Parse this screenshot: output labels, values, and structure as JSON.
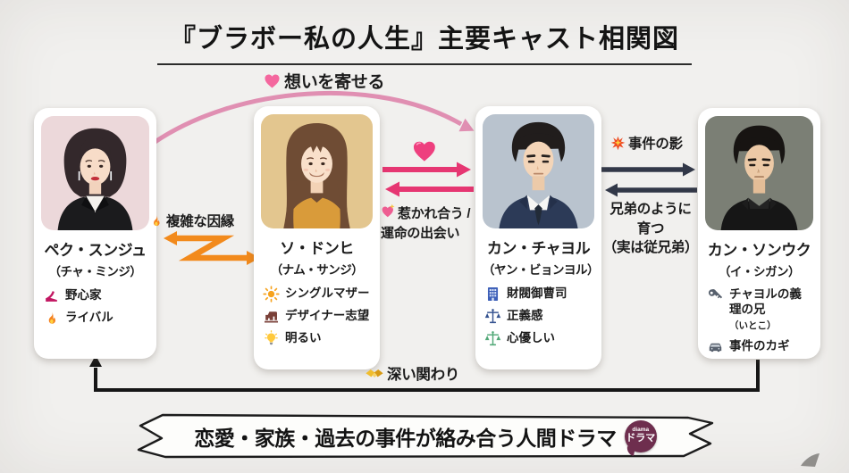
{
  "title": "『ブラボー私の人生』主要キャスト相関図",
  "cards": [
    {
      "name": "ペク・スンジュ",
      "alias": "（チャ・ミンジ）",
      "traits": [
        {
          "icon": "high-heel-icon",
          "label": "野心家"
        },
        {
          "icon": "fire-icon",
          "label": "ライバル"
        }
      ]
    },
    {
      "name": "ソ・ドンヒ",
      "alias": "（ナム・サンジ）",
      "traits": [
        {
          "icon": "sun-icon",
          "label": "シングルマザー"
        },
        {
          "icon": "sewing-machine-icon",
          "label": "デザイナー志望"
        },
        {
          "icon": "light-bulb-icon",
          "label": "明るい"
        }
      ]
    },
    {
      "name": "カン・チャヨル",
      "alias": "（ヤン・ビョンヨル）",
      "traits": [
        {
          "icon": "office-building-icon",
          "label": "財閥御曹司"
        },
        {
          "icon": "scales-blue-icon",
          "label": "正義感"
        },
        {
          "icon": "scales-green-icon",
          "label": "心優しい"
        }
      ]
    },
    {
      "name": "カン・ソンウク",
      "alias": "（イ・シガン）",
      "traits": [
        {
          "icon": "key-icon",
          "label": "チャヨルの義理の兄",
          "suffix": "（いとこ）"
        },
        {
          "icon": "car-icon",
          "label": "事件のカギ"
        }
      ]
    }
  ],
  "relations": {
    "admire": {
      "icon": "heart-icon",
      "label": "想いを寄せる"
    },
    "complicated": {
      "icon": "fire-icon",
      "label": "複雑な因縁"
    },
    "attracted": {
      "icon": "sparkling-heart-icon",
      "line1": "惹かれ合う /",
      "line2": "運命の出会い"
    },
    "incident": {
      "icon": "collision-icon",
      "label": "事件の影"
    },
    "brothers": {
      "line1": "兄弟のように",
      "line2": "育つ",
      "line3": "（実は従兄弟）"
    },
    "deep": {
      "icon": "handshake-icon",
      "label": "深い関わり"
    }
  },
  "footer": {
    "banner": "恋愛・家族・過去の事件が絡み合う人間ドラマ",
    "badge_line1": "diama",
    "badge_line2": "ドラマ"
  },
  "colors": {
    "background": "#f1f0ee",
    "soft_pink_arrow": "#e08fb2",
    "hot_pink_arrow": "#e63672",
    "orange_arrow": "#f28a1c",
    "dark_arrow": "#323848",
    "black_line": "#161616",
    "badge_purple": "#6e2e4e"
  },
  "icons": {
    "heart-icon": "💗",
    "sparkling-heart-icon": "💖",
    "fire-icon": "🔥",
    "high-heel-icon": "👠",
    "sun-icon": "☀",
    "sewing-machine-icon": "sewing-machine",
    "light-bulb-icon": "💡",
    "office-building-icon": "🏢",
    "scales-blue-icon": "⚖",
    "scales-green-icon": "⚖",
    "key-icon": "🔑",
    "car-icon": "🚗",
    "handshake-icon": "🤝",
    "collision-icon": "💥"
  }
}
